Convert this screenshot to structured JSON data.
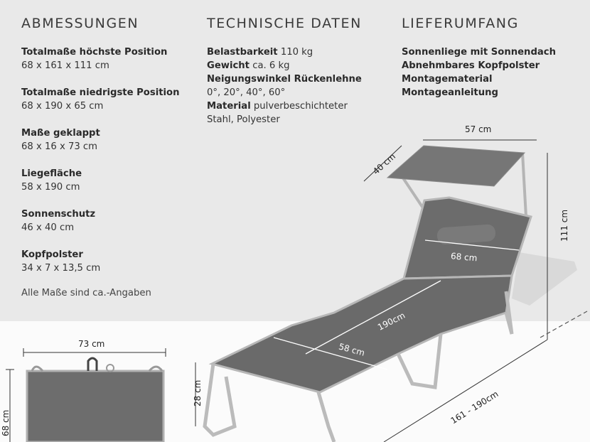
{
  "sections": {
    "dimensions": {
      "heading": "ABMESSUNGEN",
      "items": [
        {
          "label": "Totalmaße höchste Position",
          "value": "68 x 161 x 111 cm"
        },
        {
          "label": "Totalmaße niedrigste Position",
          "value": "68 x 190 x 65 cm"
        },
        {
          "label": "Maße geklappt",
          "value": "68 x 16 x 73 cm"
        },
        {
          "label": "Liegefläche",
          "value": "58 x 190 cm"
        },
        {
          "label": "Sonnenschutz",
          "value": "46 x 40 cm"
        },
        {
          "label": "Kopfpolster",
          "value": "34 x 7 x 13,5 cm"
        }
      ],
      "note": "Alle Maße sind ca.-Angaben"
    },
    "technical": {
      "heading": "TECHNISCHE DATEN",
      "load_label": "Belastbarkeit",
      "load_value": "110 kg",
      "weight_label": "Gewicht",
      "weight_value": "ca. 6 kg",
      "angle_label": "Neigungswinkel Rückenlehne",
      "angle_value": "0°, 20°, 40°, 60°",
      "material_label": "Material",
      "material_value_1": "pulverbeschichteter",
      "material_value_2": "Stahl, Polyester"
    },
    "scope": {
      "heading": "LIEFERUMFANG",
      "items": [
        "Sonnenliege mit Sonnendach",
        "Abnehmbares Kopfpolster",
        "Montagematerial",
        "Montageanleitung"
      ]
    }
  },
  "diagram": {
    "canopy_width": "57 cm",
    "canopy_depth": "40 cm",
    "height": "111 cm",
    "back_width": "68 cm",
    "surface_length": "190cm",
    "surface_width": "58 cm",
    "leg_height": "28 cm",
    "total_length": "161 - 190cm",
    "folded_width": "73 cm",
    "folded_height": "68 cm"
  },
  "colors": {
    "fabric": "#6e6e6e",
    "frame": "#b9b9b9",
    "panel_bg": "#e9e9e9"
  }
}
